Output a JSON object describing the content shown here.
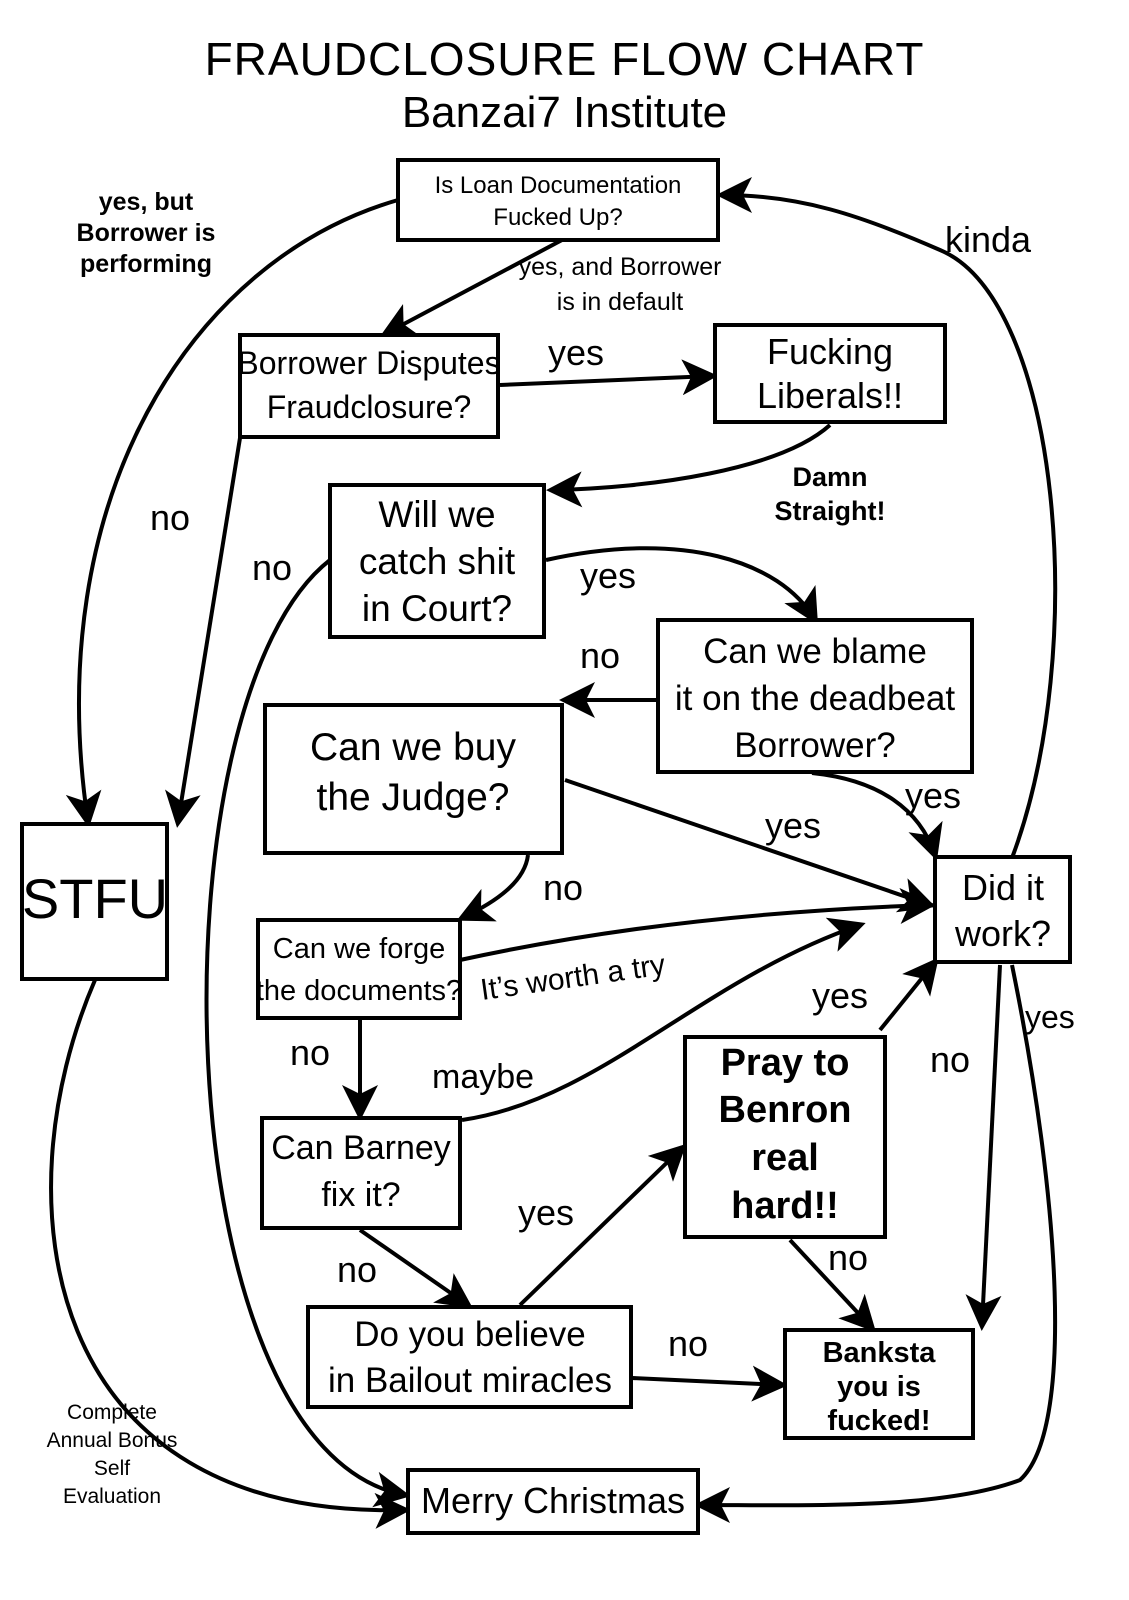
{
  "title": "FRAUDCLOSURE FLOW CHART",
  "subtitle": "Banzai7 Institute",
  "nodes": {
    "loan_docs": [
      "Is Loan Documentation",
      "Fucked Up?"
    ],
    "borrower_disputes": [
      "Borrower Disputes",
      "Fraudclosure?"
    ],
    "liberals": [
      "Fucking",
      "Liberals!!"
    ],
    "catch_shit": [
      "Will we",
      "catch shit",
      "in Court?"
    ],
    "blame": [
      "Can we blame",
      "it on the deadbeat",
      "Borrower?"
    ],
    "buy_judge": [
      "Can we buy",
      "the Judge?"
    ],
    "stfu": [
      "STFU"
    ],
    "did_it_work": [
      "Did it",
      "work?"
    ],
    "forge": [
      "Can we forge",
      "the documents?"
    ],
    "barney": [
      "Can Barney",
      "fix it?"
    ],
    "pray": [
      "Pray to",
      "Benron",
      "real",
      "hard!!"
    ],
    "bailout": [
      "Do you believe",
      "in Bailout miracles"
    ],
    "banksta": [
      "Banksta",
      "you is",
      "fucked!"
    ],
    "merry": [
      "Merry Christmas"
    ]
  },
  "edges": {
    "performing": [
      "yes, but",
      "Borrower is",
      "performing"
    ],
    "in_default": [
      "yes, and Borrower",
      "is in default"
    ],
    "kinda": "kinda",
    "disputes_yes": "yes",
    "disputes_no": "no",
    "damn_straight": [
      "Damn",
      "Straight!"
    ],
    "catch_no": "no",
    "catch_yes": "yes",
    "blame_no": "no",
    "blame_yes": "yes",
    "judge_yes": "yes",
    "judge_no": "no",
    "worth_try": "It’s worth a try",
    "forge_no": "no",
    "maybe": "maybe",
    "pray_yes": "yes",
    "work_no": "no",
    "work_yes": "yes",
    "bailout_yes": "yes",
    "barney_no": "no",
    "pray_no": "no",
    "bailout_no": "no",
    "bonus": [
      "Complete",
      "Annual Bonus",
      "Self",
      "Evaluation"
    ]
  }
}
